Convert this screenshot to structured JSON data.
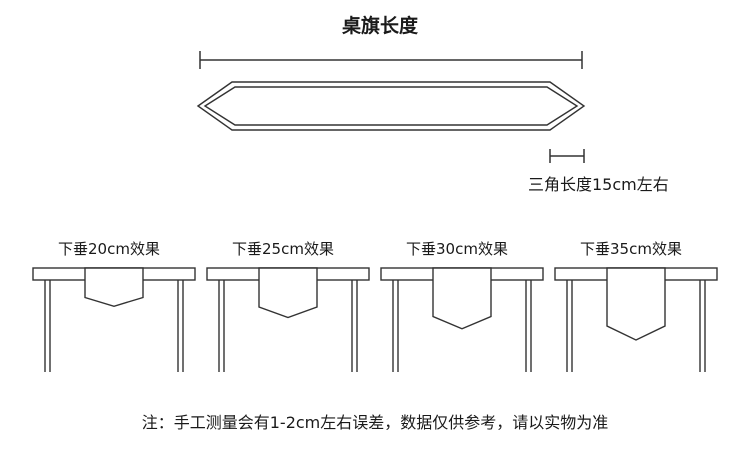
{
  "title": "桌旗长度",
  "triangle_label": "三角长度15cm左右",
  "drops": [
    {
      "label": "下垂20cm效果",
      "drop_cm": 20
    },
    {
      "label": "下垂25cm效果",
      "drop_cm": 25
    },
    {
      "label": "下垂30cm效果",
      "drop_cm": 30
    },
    {
      "label": "下垂35cm效果",
      "drop_cm": 35
    }
  ],
  "note": "注：手工测量会有1-2cm左右误差，数据仅供参考，请以实物为准",
  "colors": {
    "line": "#333333",
    "background": "#ffffff"
  }
}
